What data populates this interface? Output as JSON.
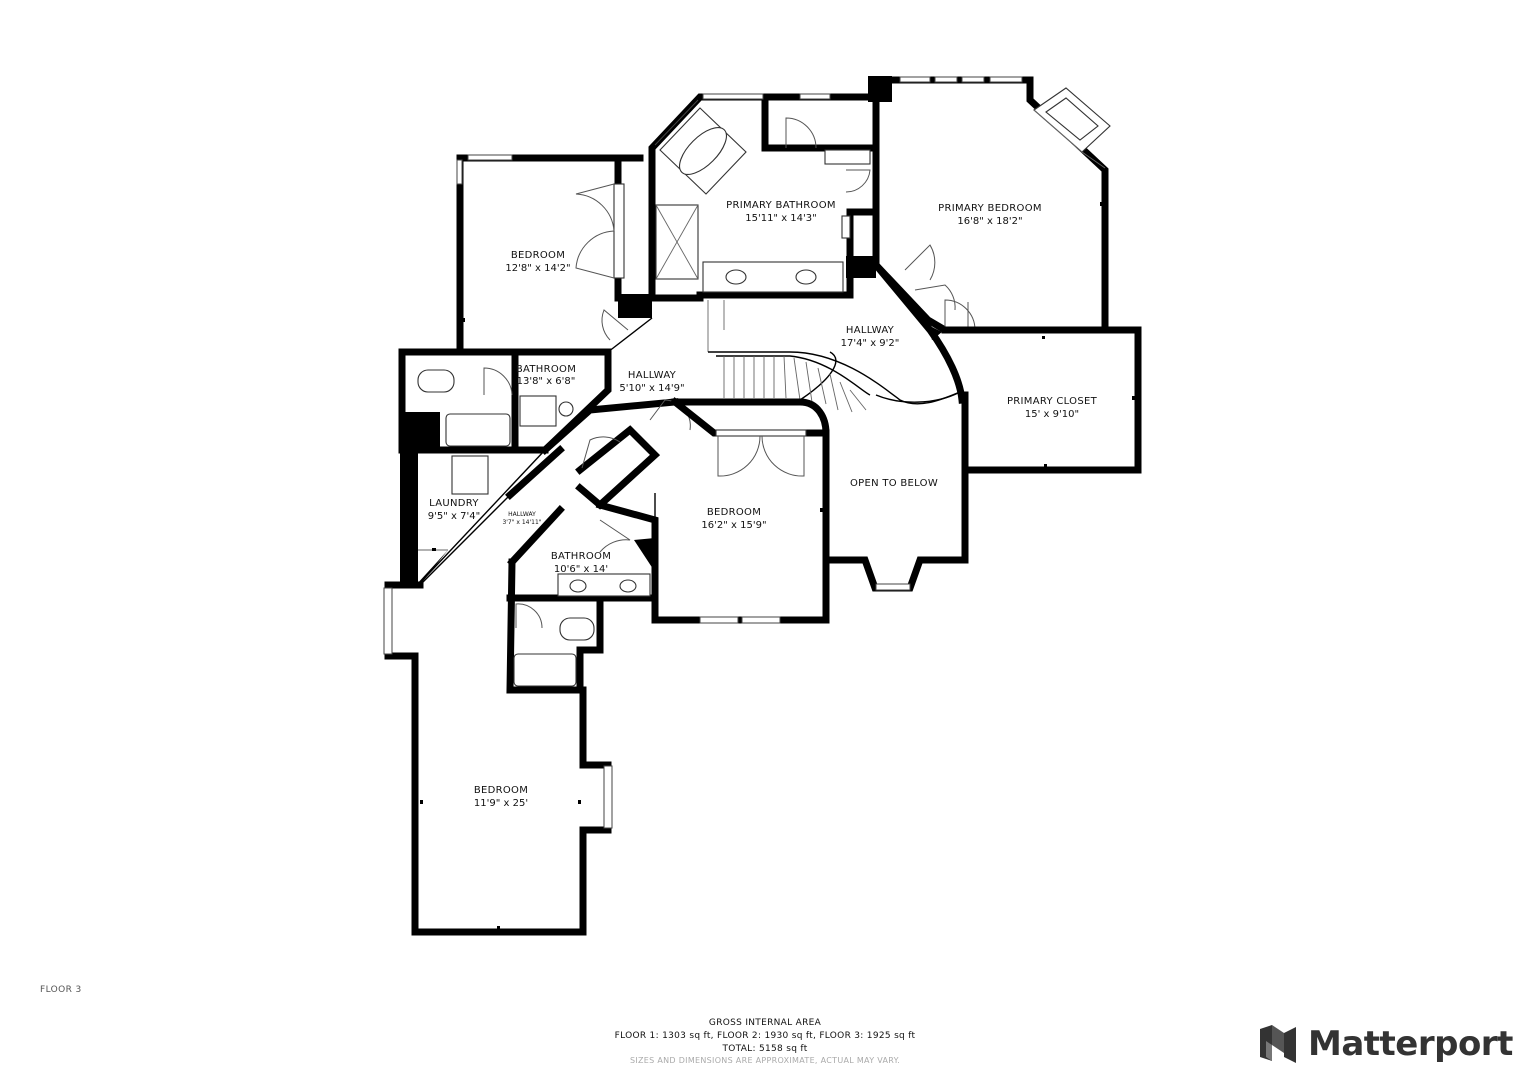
{
  "floor_label": "FLOOR 3",
  "rooms": {
    "primary_bathroom": {
      "name": "PRIMARY BATHROOM",
      "dims": "15'11\" x 14'3\""
    },
    "primary_bedroom": {
      "name": "PRIMARY BEDROOM",
      "dims": "16'8\" x 18'2\""
    },
    "bedroom_nw": {
      "name": "BEDROOM",
      "dims": "12'8\" x 14'2\""
    },
    "hallway_upper": {
      "name": "HALLWAY",
      "dims": "17'4\" x 9'2\""
    },
    "bathroom_small": {
      "name": "BATHROOM",
      "dims": "13'8\" x 6'8\""
    },
    "hallway_mid": {
      "name": "HALLWAY",
      "dims": "5'10\" x 14'9\""
    },
    "primary_closet": {
      "name": "PRIMARY CLOSET",
      "dims": "15' x 9'10\""
    },
    "laundry": {
      "name": "LAUNDRY",
      "dims": "9'5\" x 7'4\""
    },
    "hallway_narrow": {
      "name": "HALLWAY",
      "dims": "3'7\" x 14'11\""
    },
    "bedroom_center": {
      "name": "BEDROOM",
      "dims": "16'2\" x 15'9\""
    },
    "open_to_below": {
      "name": "OPEN TO BELOW"
    },
    "bathroom_lower": {
      "name": "BATHROOM",
      "dims": "10'6\" x 14'"
    },
    "bedroom_south": {
      "name": "BEDROOM",
      "dims": "11'9\" x 25'"
    }
  },
  "footer": {
    "line1": "GROSS INTERNAL AREA",
    "line2": "FLOOR 1: 1303 sq ft, FLOOR 2: 1930 sq ft, FLOOR 3: 1925 sq ft",
    "line3": "TOTAL: 5158 sq ft",
    "line4": "SIZES AND DIMENSIONS ARE APPROXIMATE, ACTUAL MAY VARY."
  },
  "brand": {
    "name": "Matterport",
    "logo_icon": "matterport-logo-icon"
  }
}
